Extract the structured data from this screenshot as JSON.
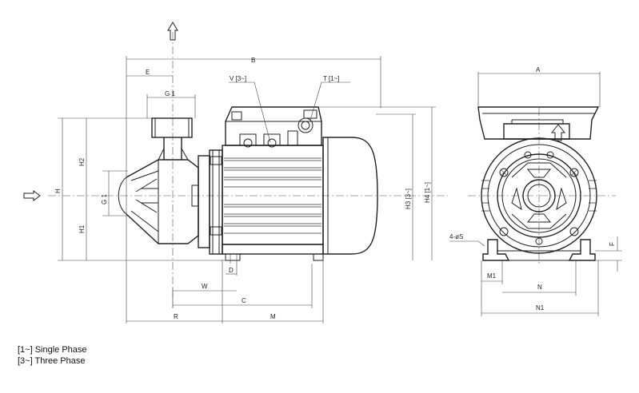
{
  "dimensions": {
    "B": "B",
    "E": "E",
    "G1_top": "G 1",
    "V": "V [3~]",
    "T": "T [1~]",
    "H": "H",
    "H1": "H1",
    "H2": "H2",
    "G1_side": "G 1",
    "H3": "H3 [3~]",
    "H4": "H4 [1~]",
    "W": "W",
    "D": "D",
    "C": "C",
    "R": "R",
    "M": "M",
    "A": "A",
    "S": "4-øS",
    "F": "F",
    "M1": "M1",
    "N": "N",
    "N1": "N1"
  },
  "legend": {
    "single": "[1~] Single Phase",
    "three": "[3~] Three Phase"
  }
}
